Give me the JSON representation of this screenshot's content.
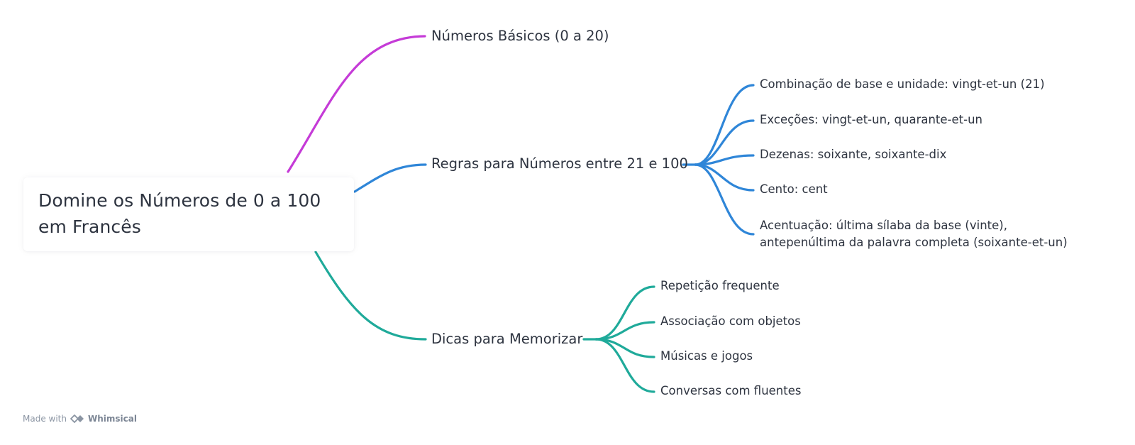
{
  "root": {
    "title": "Domine os Números de 0 a 100 em Francês"
  },
  "branches": [
    {
      "label": "Números Básicos (0 a 20)",
      "color": "#c53bd7",
      "children": []
    },
    {
      "label": "Regras para Números entre 21 e 100",
      "color": "#2f86d8",
      "children": [
        "Combinação de base e unidade: vingt-et-un (21)",
        "Exceções: vingt-et-un, quarante-et-un",
        "Dezenas: soixante, soixante-dix",
        "Cento: cent",
        "Acentuação: última sílaba da base (vinte), antepenúltima da palavra completa (soixante-et-un)"
      ]
    },
    {
      "label": "Dicas para Memorizar",
      "color": "#1faa9a",
      "children": [
        "Repetição frequente",
        "Associação com objetos",
        "Músicas e jogos",
        "Conversas com fluentes"
      ]
    }
  ],
  "footer": {
    "made_with": "Made with",
    "brand": "Whimsical",
    "logo_icon": "whimsical-logo-icon"
  }
}
